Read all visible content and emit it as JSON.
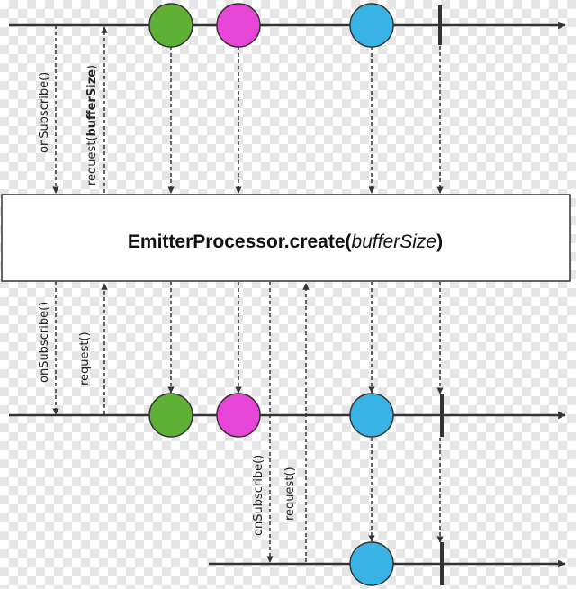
{
  "colors": {
    "green": "#5fb135",
    "magenta": "#e645d6",
    "blue": "#39b3e4",
    "line": "#333333"
  },
  "operator": {
    "name": "EmitterProcessor.create(",
    "arg": "bufferSize",
    "close": ")"
  },
  "labels": {
    "on_subscribe": "onSubscribe()",
    "request_buffer_prefix": "request(",
    "request_buffer_arg": "bufferSize",
    "request_buffer_suffix": ")",
    "request": "request()"
  }
}
